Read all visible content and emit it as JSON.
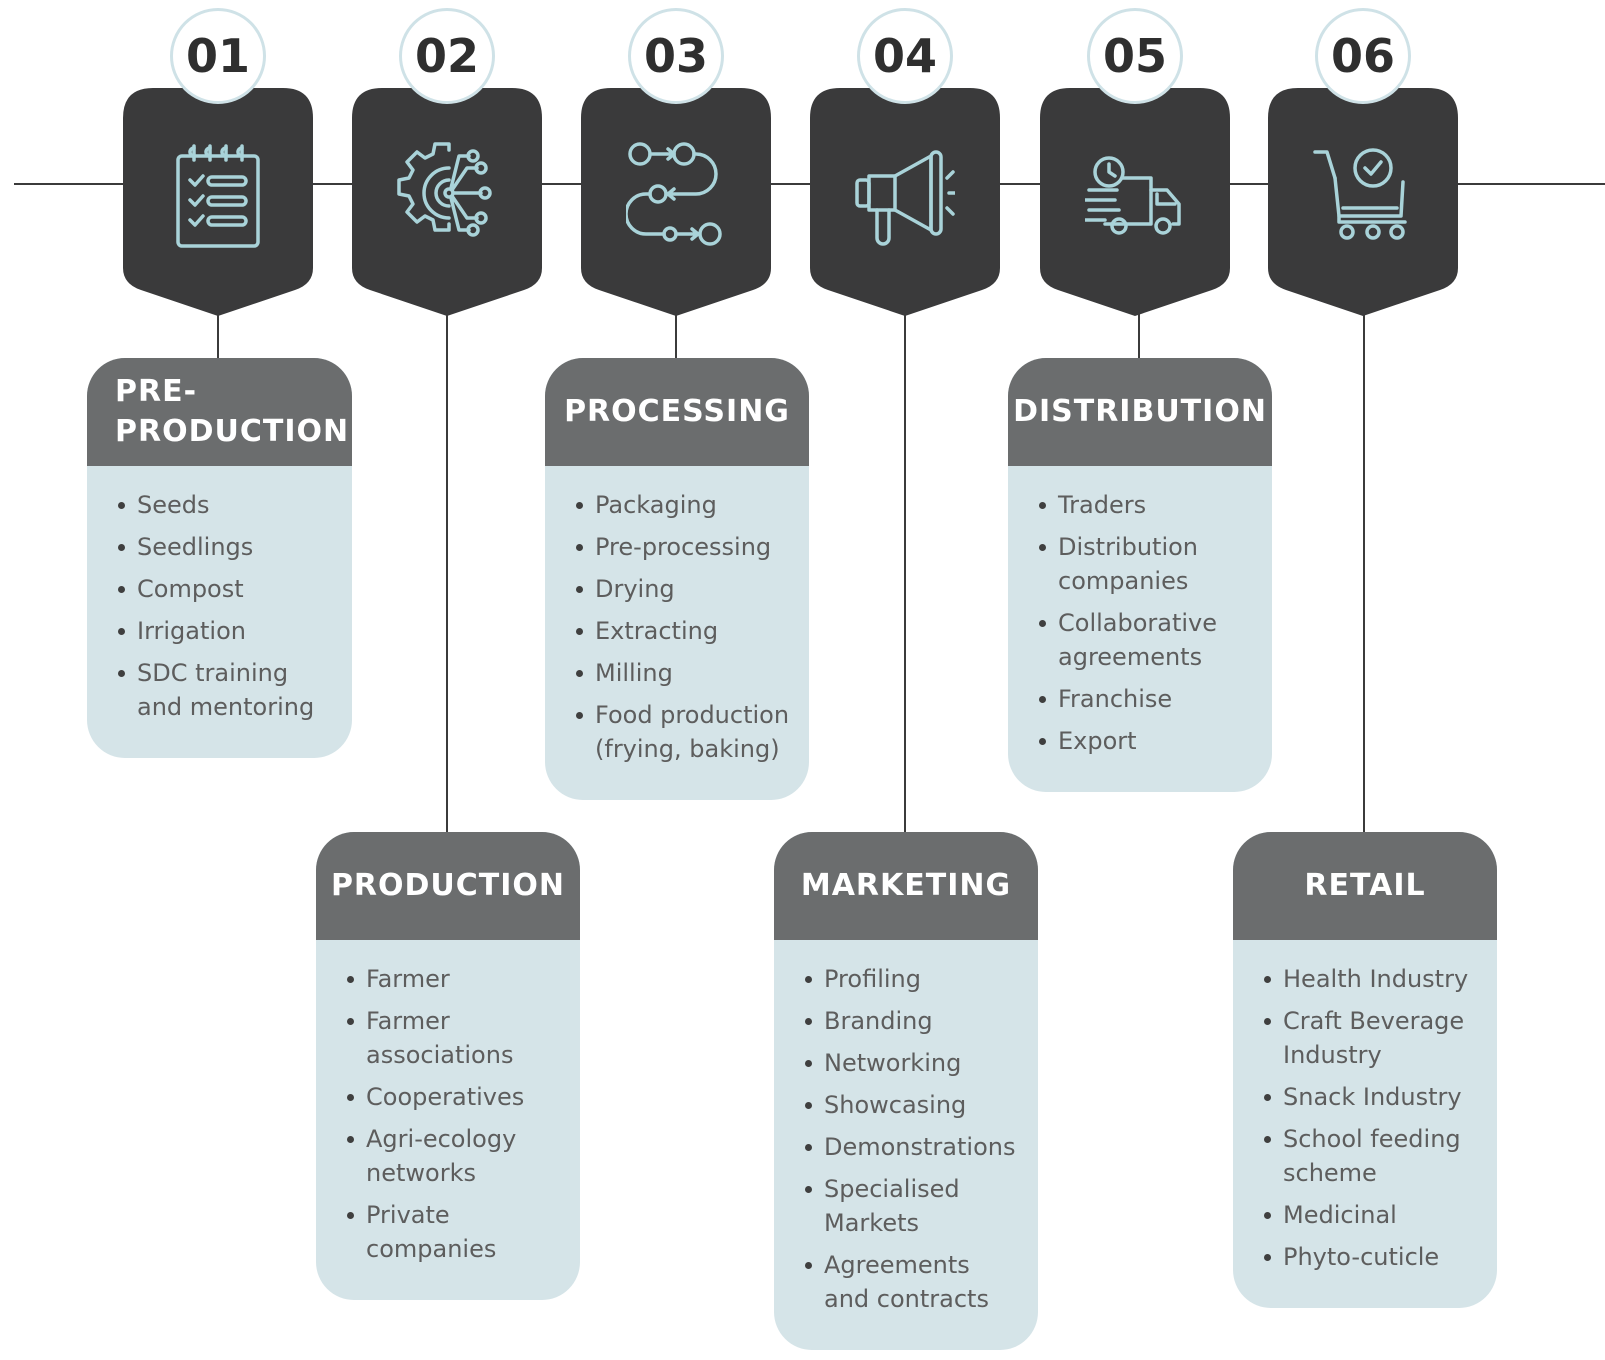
{
  "steps": [
    {
      "number": "01",
      "icon": "checklist-icon"
    },
    {
      "number": "02",
      "icon": "gear-network-icon"
    },
    {
      "number": "03",
      "icon": "process-flow-icon"
    },
    {
      "number": "04",
      "icon": "megaphone-icon"
    },
    {
      "number": "05",
      "icon": "delivery-truck-icon"
    },
    {
      "number": "06",
      "icon": "shopping-cart-check-icon"
    }
  ],
  "cards": [
    {
      "title": "PRE-\nPRODUCTION",
      "items": [
        "Seeds",
        "Seedlings",
        "Compost",
        "Irrigation",
        "SDC training and mentoring"
      ]
    },
    {
      "title": "PRODUCTION",
      "items": [
        "Farmer",
        "Farmer associations",
        "Cooperatives",
        "Agri-ecology networks",
        "Private companies"
      ]
    },
    {
      "title": "PROCESSING",
      "items": [
        "Packaging",
        "Pre-processing",
        "Drying",
        "Extracting",
        "Milling",
        "Food production (frying, baking)"
      ]
    },
    {
      "title": "MARKETING",
      "items": [
        "Profiling",
        "Branding",
        "Networking",
        "Showcasing",
        "Demonstrations",
        "Specialised Markets",
        "Agreements and contracts"
      ]
    },
    {
      "title": "DISTRIBUTION",
      "items": [
        "Traders",
        "Distribution companies",
        "Collaborative agreements",
        "Franchise",
        "Export"
      ]
    },
    {
      "title": "RETAIL",
      "items": [
        "Health Industry",
        "Craft Beverage Industry",
        "Snack Industry",
        "School feeding scheme",
        "Medicinal",
        "Phyto-cuticle"
      ]
    }
  ],
  "colors": {
    "shield": "#3a3a3b",
    "icon_stroke": "#a9d3d9",
    "card_header": "#6b6d6e",
    "card_body": "#d5e4e8",
    "line": "#3b3b3b"
  }
}
